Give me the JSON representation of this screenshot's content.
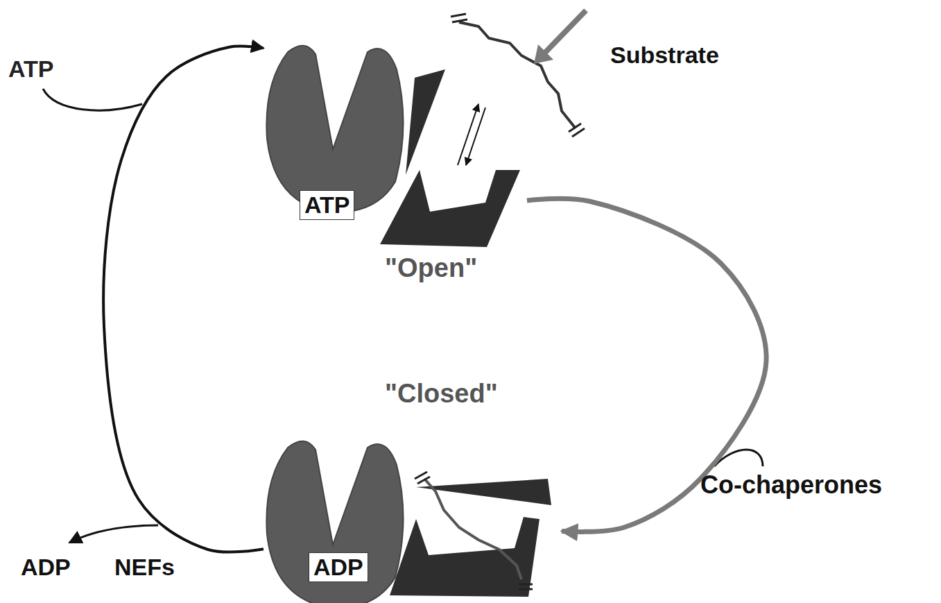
{
  "diagram": {
    "nodes": [
      {
        "text": [
          "ATP",
          "\"Open\""
        ]
      },
      {
        "text": [
          "ADP",
          "\"Closed\""
        ]
      }
    ],
    "edges": [
      {
        "from": 0,
        "to": 1,
        "arrow": "to",
        "label": "Co-chaperones"
      },
      {
        "from": 1,
        "to": 0,
        "arrow": "to"
      }
    ],
    "labels": [
      "Substrate",
      "ATP",
      "ADP",
      "NEFs"
    ]
  }
}
